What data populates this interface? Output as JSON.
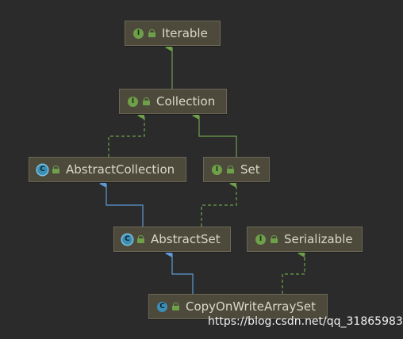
{
  "diagram": {
    "nodes": [
      {
        "id": "iterable",
        "label": "Iterable",
        "kind": "interface",
        "badge": "I"
      },
      {
        "id": "collection",
        "label": "Collection",
        "kind": "interface",
        "badge": "I"
      },
      {
        "id": "abstractcollection",
        "label": "AbstractCollection",
        "kind": "abstract-class",
        "badge": "C"
      },
      {
        "id": "set",
        "label": "Set",
        "kind": "interface",
        "badge": "I"
      },
      {
        "id": "abstractset",
        "label": "AbstractSet",
        "kind": "abstract-class",
        "badge": "C"
      },
      {
        "id": "serializable",
        "label": "Serializable",
        "kind": "interface",
        "badge": "I"
      },
      {
        "id": "copyonwritearrayset",
        "label": "CopyOnWriteArraySet",
        "kind": "class",
        "badge": "C"
      }
    ],
    "edges": [
      {
        "from": "collection",
        "to": "iterable",
        "type": "extends",
        "style": "solid",
        "color": "#6ea04a"
      },
      {
        "from": "abstractcollection",
        "to": "collection",
        "type": "implements",
        "style": "dashed",
        "color": "#6ea04a"
      },
      {
        "from": "set",
        "to": "collection",
        "type": "extends",
        "style": "solid",
        "color": "#6ea04a"
      },
      {
        "from": "abstractset",
        "to": "abstractcollection",
        "type": "extends",
        "style": "solid",
        "color": "#5b9bd5"
      },
      {
        "from": "abstractset",
        "to": "set",
        "type": "implements",
        "style": "dashed",
        "color": "#6ea04a"
      },
      {
        "from": "copyonwritearrayset",
        "to": "abstractset",
        "type": "extends",
        "style": "solid",
        "color": "#5b9bd5"
      },
      {
        "from": "copyonwritearrayset",
        "to": "serializable",
        "type": "implements",
        "style": "dashed",
        "color": "#6ea04a"
      }
    ]
  },
  "watermark": "https://blog.csdn.net/qq_31865983",
  "colors": {
    "background": "#2b2b2b",
    "node_fill": "#4d4a3c",
    "interface_badge": "#6ea04a",
    "class_badge": "#3b8fb5",
    "inherit_edge": "#5b9bd5",
    "implement_edge": "#6ea04a"
  }
}
